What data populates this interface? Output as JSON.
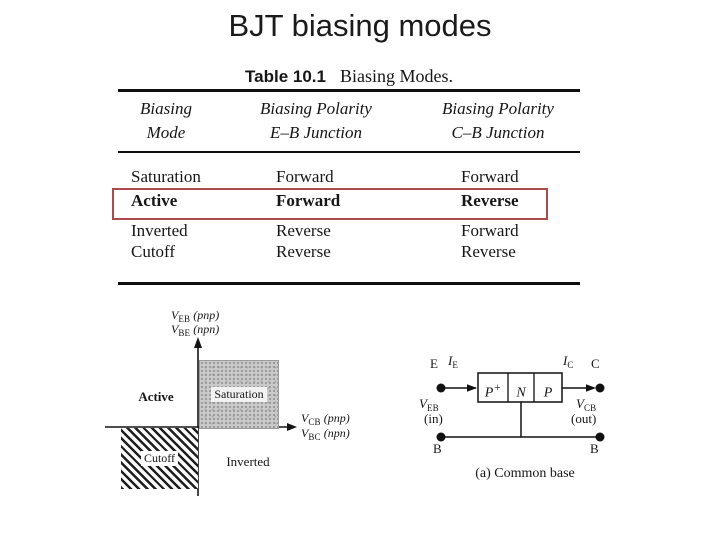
{
  "slide": {
    "title": "BJT biasing modes"
  },
  "table": {
    "caption": {
      "label": "Table 10.1",
      "text": "Biasing Modes."
    },
    "headers": {
      "col1": {
        "line1": "Biasing",
        "line2": "Mode"
      },
      "col2": {
        "line1": "Biasing Polarity",
        "line2": "E–B Junction"
      },
      "col3": {
        "line1": "Biasing Polarity",
        "line2": "C–B Junction"
      }
    },
    "rows": [
      {
        "mode": "Saturation",
        "eb_junction": "Forward",
        "cb_junction": "Forward"
      },
      {
        "mode": "Active",
        "eb_junction": "Forward",
        "cb_junction": "Reverse"
      },
      {
        "mode": "Inverted",
        "eb_junction": "Reverse",
        "cb_junction": "Forward"
      },
      {
        "mode": "Cutoff",
        "eb_junction": "Reverse",
        "cb_junction": "Reverse"
      }
    ],
    "highlighted_row": "Active",
    "highlight_color": "#b04a4a"
  },
  "quadrant_diagram": {
    "y_axis_label": {
      "line1": {
        "symbol": "V",
        "sub": "EB",
        "device": "(pnp)"
      },
      "line2": {
        "symbol": "V",
        "sub": "BE",
        "device": "(npn)"
      }
    },
    "x_axis_label": {
      "line1": {
        "symbol": "V",
        "sub": "CB",
        "device": "(pnp)"
      },
      "line2": {
        "symbol": "V",
        "sub": "BC",
        "device": "(npn)"
      }
    },
    "quadrants": {
      "top_left": "Active",
      "top_right": "Saturation",
      "bottom_left": "Cutoff",
      "bottom_right": "Inverted"
    }
  },
  "circuit_diagram": {
    "emitter_label": "E",
    "collector_label": "C",
    "base_label_left": "B",
    "base_label_right": "B",
    "emitter_current": {
      "symbol": "I",
      "sub": "E"
    },
    "collector_current": {
      "symbol": "I",
      "sub": "C"
    },
    "input_voltage": {
      "symbol": "V",
      "sub": "EB",
      "note": "(in)"
    },
    "output_voltage": {
      "symbol": "V",
      "sub": "CB",
      "note": "(out)"
    },
    "regions": {
      "emitter": {
        "base": "P",
        "sup": "+"
      },
      "base": {
        "base": "N",
        "sup": ""
      },
      "collector": {
        "base": "P",
        "sup": ""
      }
    },
    "caption": "(a) Common base"
  }
}
